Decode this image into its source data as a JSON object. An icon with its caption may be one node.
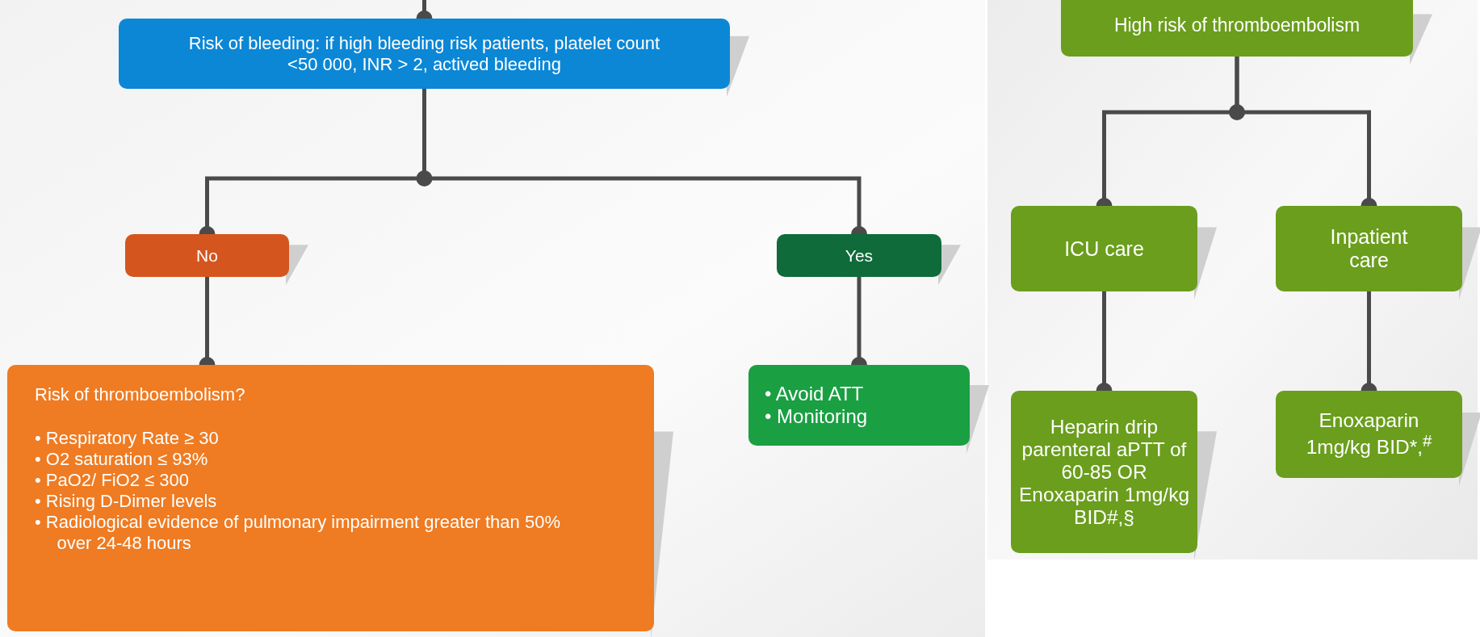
{
  "diagram": {
    "nodes": [
      {
        "text": [
          "Risk of bleeding: if high bleeding risk patients, platelet count <50 000, INR > 2, actived bleeding"
        ]
      },
      {
        "text": [
          "No"
        ]
      },
      {
        "text": [
          "Yes"
        ]
      },
      {
        "text": [
          "Risk of thromboembolism?",
          "• Respiratory Rate ≥ 30",
          "• O2 saturation ≤ 93%",
          "• PaO2/ FiO2 ≤ 300",
          "• Rising D-Dimer levels",
          "• Radiological evidence of pulmonary impairment greater than 50% over 24-48 hours"
        ]
      },
      {
        "text": [
          "• Avoid ATT",
          "• Monitoring"
        ]
      },
      {
        "text": [
          "High risk of thromboembolism"
        ]
      },
      {
        "text": [
          "ICU care"
        ]
      },
      {
        "text": [
          "Inpatient care"
        ]
      },
      {
        "text": [
          "Heparin drip parenteral aPTT of 60-85 OR Enoxaparin 1mg/kg BID#,§"
        ]
      },
      {
        "text": [
          "Enoxaparin 1mg/kg BID*,$^{#}$"
        ]
      }
    ],
    "edges": [
      {
        "from": null,
        "to": 0,
        "arrow": "other"
      },
      {
        "from": 0,
        "to": 1,
        "arrow": "other"
      },
      {
        "from": 0,
        "to": 2,
        "arrow": "other"
      },
      {
        "from": 1,
        "to": 3,
        "arrow": "other"
      },
      {
        "from": 2,
        "to": 4,
        "arrow": "other"
      },
      {
        "from": 5,
        "to": 6,
        "arrow": "other"
      },
      {
        "from": 5,
        "to": 7,
        "arrow": "other"
      },
      {
        "from": 6,
        "to": 8,
        "arrow": "other"
      },
      {
        "from": 7,
        "to": 9,
        "arrow": "other"
      }
    ]
  }
}
